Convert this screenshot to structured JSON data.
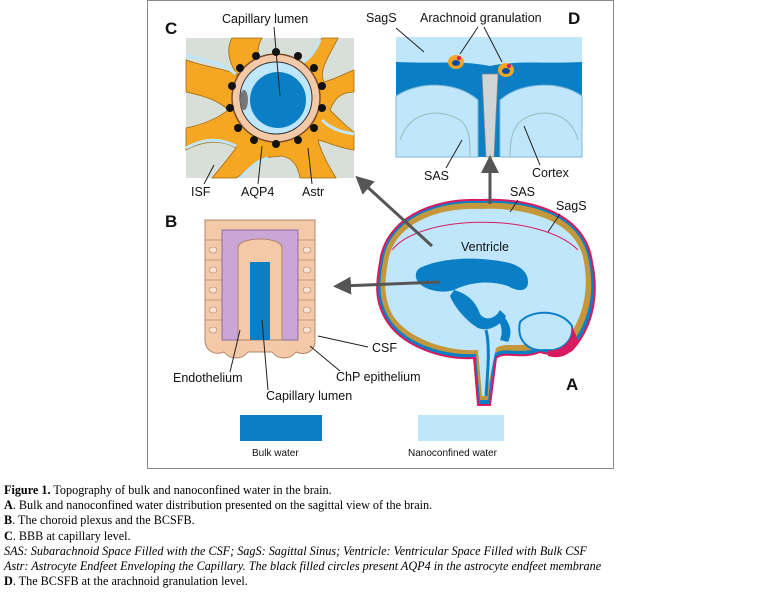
{
  "figure": {
    "panel_letters": {
      "a": "A",
      "b": "B",
      "c": "C",
      "d": "D"
    },
    "panel_c": {
      "capillary_lumen": "Capillary lumen",
      "isf": "ISF",
      "aqp4": "AQP4",
      "astr": "Astr"
    },
    "panel_d": {
      "sags": "SagS",
      "arachnoid_granulation": "Arachnoid granulation",
      "sas": "SAS",
      "cortex": "Cortex"
    },
    "panel_b": {
      "csf": "CSF",
      "endothelium": "Endothelium",
      "chp_epithelium": "ChP epithelium",
      "capillary_lumen": "Capillary lumen"
    },
    "panel_a": {
      "ventricle": "Ventricle",
      "sas": "SAS",
      "sags": "SagS"
    },
    "legend": [
      {
        "label": "Bulk water",
        "color": "#0a7fc6"
      },
      {
        "label": "Nanoconfined water",
        "color": "#bfe6fa"
      }
    ],
    "colors": {
      "bulk": "#0a7fc6",
      "nano": "#bfe6fa",
      "astrocyte": "#f5a623",
      "membrane_red": "#d81b60",
      "tissue_grey": "#d8dfd8"
    }
  },
  "caption": {
    "line1_bold": "Figure 1.",
    "line1_text": " Topography of bulk and nanoconfined water in the brain.",
    "line2_bold": "A",
    "line2_text": ". Bulk and nanoconfined water distribution presented on the sagittal view of the brain.",
    "line3_bold": "B",
    "line3_text": ". The choroid plexus and the BCSFB.",
    "line4_bold": "C",
    "line4_text": ". BBB at capillary level.",
    "line5_italic": "SAS: Subarachnoid Space Filled with the CSF; SagS: Sagittal Sinus; Ventricle: Ventricular Space Filled with Bulk CSF",
    "line6_italic": "Astr: Astrocyte Endfeet Enveloping the Capillary. The black filled circles present AQP4 in the astrocyte endfeet membrane",
    "line7_bold": "D",
    "line7_text": ". The BCSFB at the arachnoid granulation level."
  }
}
